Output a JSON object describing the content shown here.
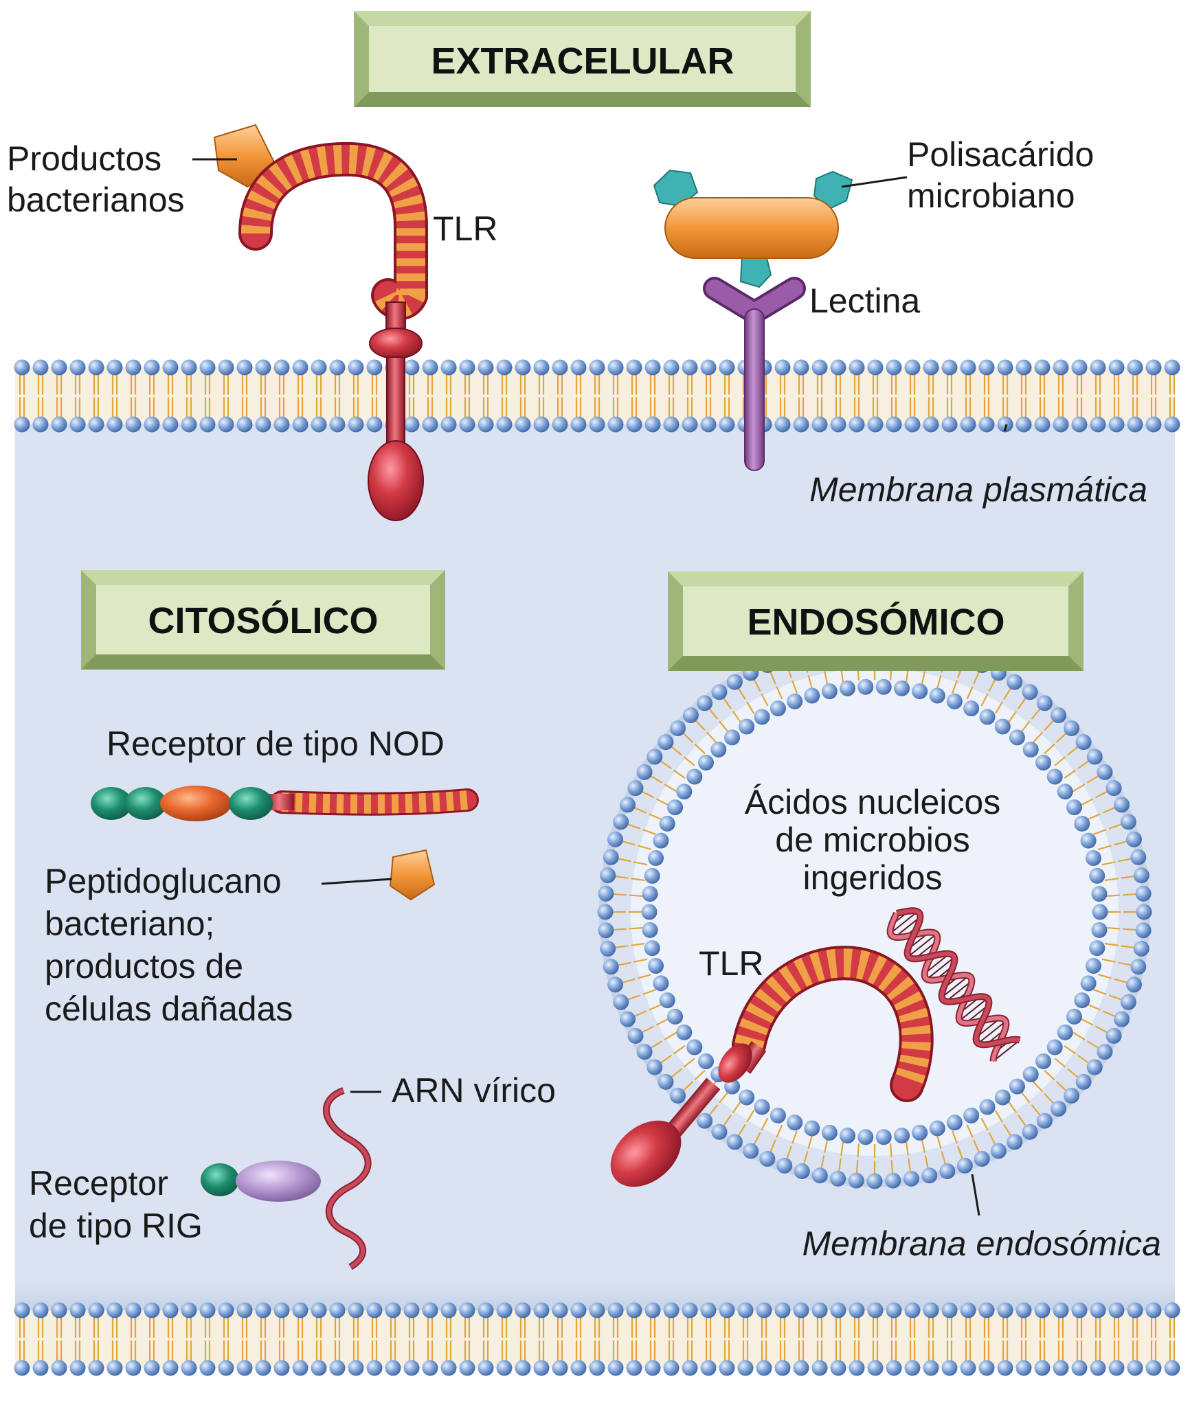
{
  "headers": {
    "extracellular": "EXTRACELULAR",
    "cytosolic": "CITOSÓLICO",
    "endosomal": "ENDOSÓMICO"
  },
  "labels": {
    "bacterial_products": [
      "Productos",
      "bacterianos"
    ],
    "tlr_surface": "TLR",
    "polysaccharide": [
      "Polisacárido",
      "microbiano"
    ],
    "lectin": "Lectina",
    "plasma_membrane": "Membrana plasmática",
    "nod_receptor": "Receptor de tipo NOD",
    "peptidoglycan": [
      "Peptidoglucano",
      "bacteriano;",
      "productos de",
      "células dañadas"
    ],
    "viral_rna": "ARN vírico",
    "rig_receptor": [
      "Receptor",
      "de tipo RIG"
    ],
    "nucleic_acids": [
      "Ácidos nucleicos",
      "de microbios",
      "ingeridos"
    ],
    "tlr_endosomal": "TLR",
    "endosomal_membrane": "Membrana endosómica"
  },
  "colors": {
    "cytoplasm": "#dbe3f2",
    "header_box": "#dde9c4",
    "header_bevel": "#9fb679",
    "lipid_head": "#7aa0d6",
    "lipid_tail": "#e2a53c",
    "tlr_red": "#d23a45",
    "tlr_stripe": "#f0a046",
    "bacterial_orange": "#f2973a",
    "polysaccharide_teal": "#3fb3b3",
    "lectin_purple": "#9a5ba8",
    "nod_green": "#1f8f6e",
    "rig_lavender": "#b79ad3",
    "rna_red": "#c9485a"
  }
}
